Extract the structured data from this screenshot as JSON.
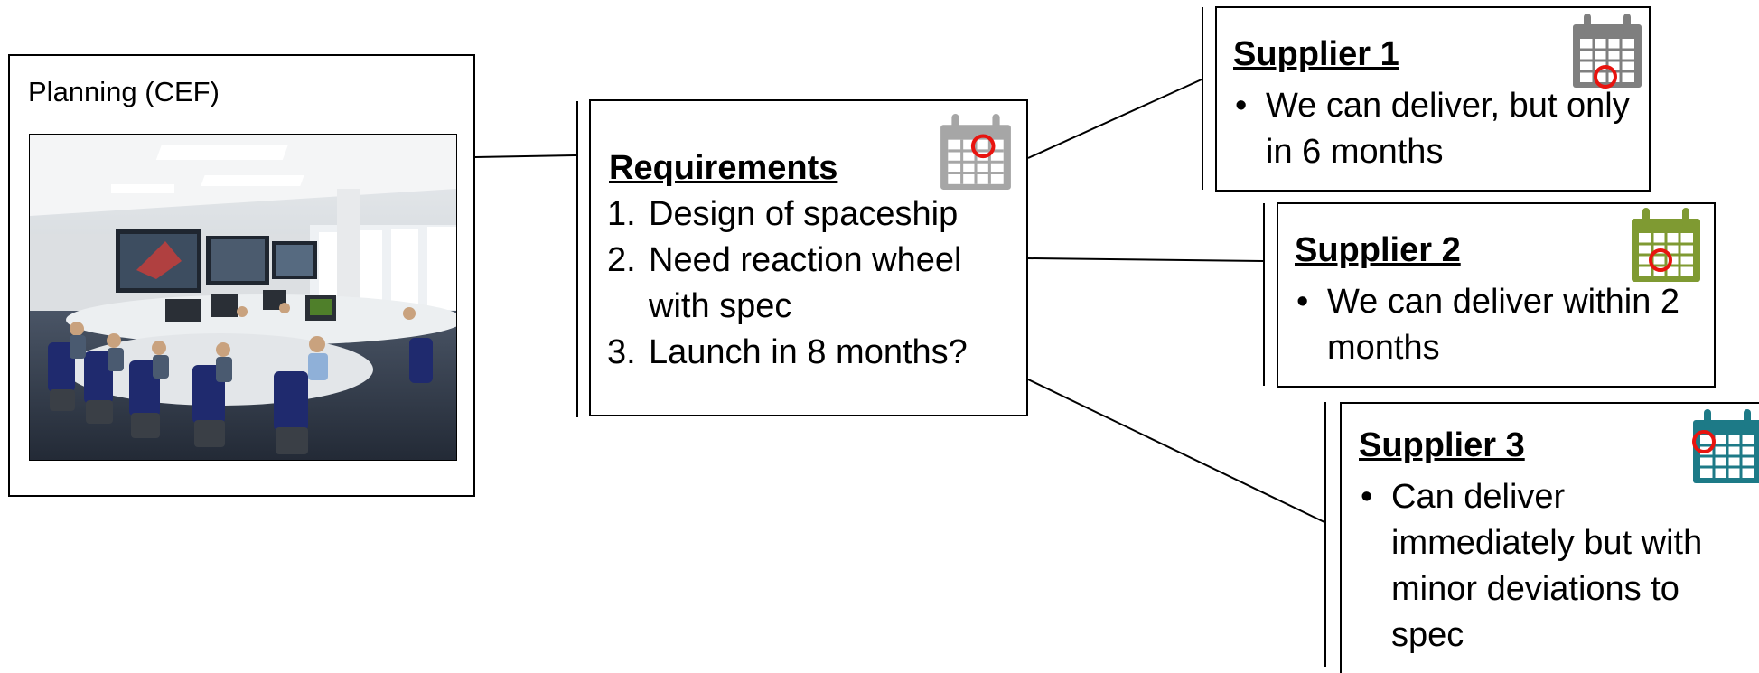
{
  "planning": {
    "title": "Planning (CEF)",
    "photo_icon": "control-room-photo"
  },
  "requirements": {
    "title": "Requirements",
    "items": [
      {
        "num": "1.",
        "text": "Design of spaceship"
      },
      {
        "num": "2.",
        "text": "Need reaction wheel with spec"
      },
      {
        "num": "3.",
        "text": "Launch in 8 months?"
      }
    ],
    "calendar_icon": "calendar-icon",
    "calendar_color": "#a6a6a6"
  },
  "suppliers": [
    {
      "title": "Supplier 1",
      "bullet": "We can deliver, but only in 6 months",
      "calendar_color": "#7f7f7f"
    },
    {
      "title": "Supplier 2",
      "bullet": "We can deliver within 2 months",
      "calendar_color": "#7f9a32"
    },
    {
      "title": "Supplier 3",
      "bullet": "Can deliver immediately but with minor deviations to spec",
      "calendar_color": "#1d7a87"
    }
  ],
  "colors": {
    "border": "#000000",
    "mark_circle": "#e8140f"
  }
}
